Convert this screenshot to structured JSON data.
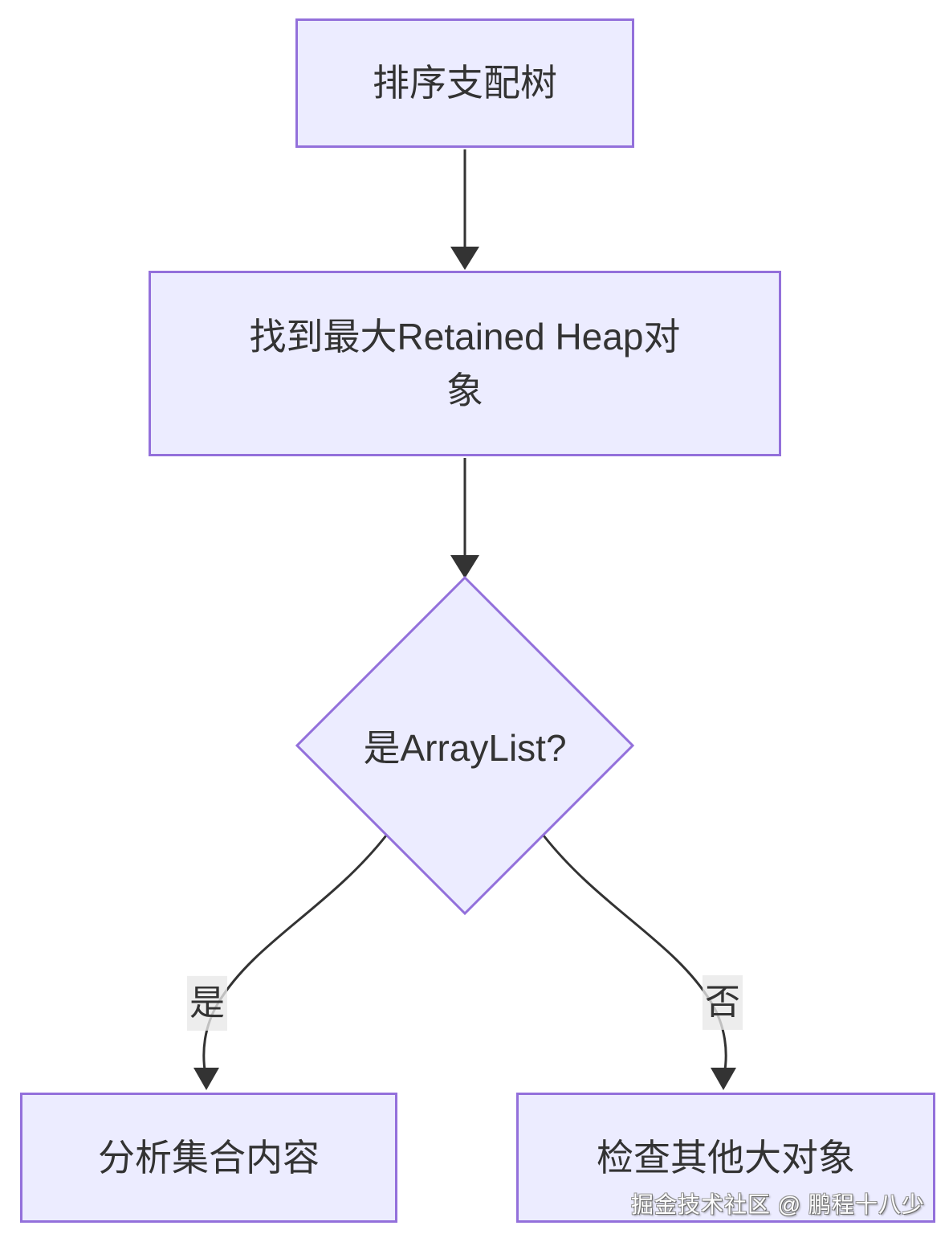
{
  "diagram": {
    "type": "flowchart",
    "nodes": {
      "sort_tree": {
        "label": "排序支配树"
      },
      "find_heap": {
        "label": "找到最大Retained Heap对象"
      },
      "is_arraylist": {
        "label": "是ArrayList?"
      },
      "analyze": {
        "label": "分析集合内容"
      },
      "check_other": {
        "label": "检查其他大对象"
      }
    },
    "edges": {
      "sort_to_find": {
        "from": "sort_tree",
        "to": "find_heap",
        "label": ""
      },
      "find_to_decision": {
        "from": "find_heap",
        "to": "is_arraylist",
        "label": ""
      },
      "yes_branch": {
        "from": "is_arraylist",
        "to": "analyze",
        "label": "是"
      },
      "no_branch": {
        "from": "is_arraylist",
        "to": "check_other",
        "label": "否"
      }
    },
    "colors": {
      "node_fill": "#ECECFF",
      "node_border": "#9370DB",
      "edge": "#333333",
      "text": "#333333",
      "label_bg": "#E8E8E8"
    },
    "watermark": "掘金技术社区 @ 鹏程十八少"
  }
}
